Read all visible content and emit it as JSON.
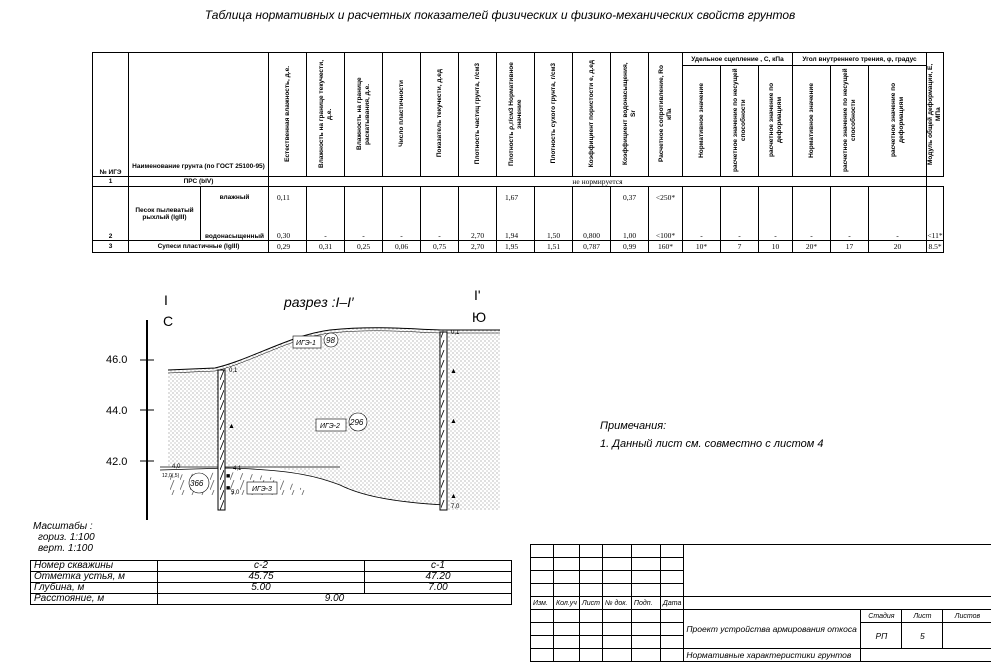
{
  "title": "Таблица нормативных и расчетных показателей физических и физико-механических свойств грунтов",
  "table": {
    "headers": {
      "no": "№ ИГЭ",
      "name": "Наименование грунта (по ГОСТ 25100-95)",
      "w": "Естественная влажность, д.е.",
      "wl": "Влажность на границе текучести, д.е.",
      "wp": "Влажность на границе раскатывания, д.е.",
      "ip": "Число пластичности",
      "il": "Показатель текучести, д.ед",
      "rs": "Плотность частиц грунта, г/см3",
      "rho": "Плотность ρ,г/см3 Нормативное значение",
      "rhod": "Плотность сухого грунта, г/см3",
      "e": "Коэффициент пористости e, д.ед",
      "sr": "Коэффициент водонасыщения, Sr",
      "ro": "Расчетное сопротивление, Ro кПа",
      "c_group": "Удельное сцепление , С, кПа",
      "phi_group": "Угол внутреннего трения, φ, градус",
      "c_n": "Нормативное значение",
      "c_bear": "расчетное значение по несущей способности",
      "c_def": "расчетное значение по деформациям",
      "phi_n": "Нормативное значение",
      "phi_bear": "расчетное значение по несущей способности",
      "phi_def": "расчетное значение по деформациям",
      "emod": "Модуль общей деформации, E, МПа"
    },
    "row1": {
      "no": "1",
      "name": "ПРС (bIV)",
      "note": "не нормируется"
    },
    "row2": {
      "no": "2",
      "name": "Песок пылеватый рыхлый (lgIII)",
      "sub1": "влажный",
      "sub2": "водонасыщенный",
      "a": {
        "w": "0,11",
        "rho": "1,67",
        "sr": "0,37",
        "ro": "<250*"
      },
      "b": {
        "w": "0,30",
        "wl": "-",
        "wp": "-",
        "ip": "-",
        "il": "-",
        "rs": "2,70",
        "rho": "1,94",
        "rhod": "1,50",
        "e": "0,800",
        "sr": "1,00",
        "ro": "<100*",
        "c_n": "-",
        "c_bear": "-",
        "c_def": "-",
        "phi_n": "-",
        "phi_bear": "-",
        "phi_def": "-",
        "emod": "<11*"
      }
    },
    "row3": {
      "no": "3",
      "name": "Супеси пластичные (lgIII)",
      "w": "0,29",
      "wl": "0,31",
      "wp": "0,25",
      "ip": "0,06",
      "il": "0,75",
      "rs": "2,70",
      "rho": "1,95",
      "rhod": "1,51",
      "e": "0,787",
      "sr": "0,99",
      "ro": "160*",
      "c_n": "10*",
      "c_bear": "7",
      "c_def": "10",
      "phi_n": "20*",
      "phi_bear": "17",
      "phi_def": "20",
      "emod": "8.5*"
    }
  },
  "section": {
    "title": "разрез :I–I′",
    "left_mark": "I",
    "left_dir": "С",
    "right_mark": "I'",
    "right_dir": "Ю",
    "elev": [
      "46.0",
      "44.0",
      "42.0"
    ],
    "ige1": "ИГЭ-1",
    "ige1_n": "98",
    "ige2": "ИГЭ-2",
    "ige2_n": "296",
    "ige3": "ИГЭ-3",
    "ige3_n": "366",
    "b1_top": "0,1",
    "b1_mid": "4,0",
    "b1_val": "12,0(,5)",
    "b1_bot": "5,0",
    "b1_water": "4,1",
    "b2_top": "0,1",
    "b2_bot": "7,0"
  },
  "scales": {
    "title": "Масштабы :",
    "horiz": "гориз. 1:100",
    "vert": "верт. 1:100"
  },
  "info_table": [
    {
      "label": "Номер скважины",
      "c2": "с-2",
      "c1": "с-1"
    },
    {
      "label": "Отметка устья, м",
      "c2": "45.75",
      "c1": "47.20"
    },
    {
      "label": "Глубина, м",
      "c2": "5.00",
      "c1": "7.00"
    },
    {
      "label": "Расстояние, м",
      "dist": "9.00"
    }
  ],
  "notes": {
    "title": "Примечания:",
    "line1": "1. Данный лист см. совместно с листом 4"
  },
  "stamp": {
    "cols": [
      "Изм.",
      "Кол.уч",
      "Лист",
      "№ док.",
      "Подп.",
      "Дата"
    ],
    "project": "Проект устройства армирования откоса",
    "stage_h": "Стадия",
    "sheet_h": "Лист",
    "sheets_h": "Листов",
    "stage": "РП",
    "sheet": "5",
    "subtitle": "Нормативные характеристики грунтов"
  }
}
